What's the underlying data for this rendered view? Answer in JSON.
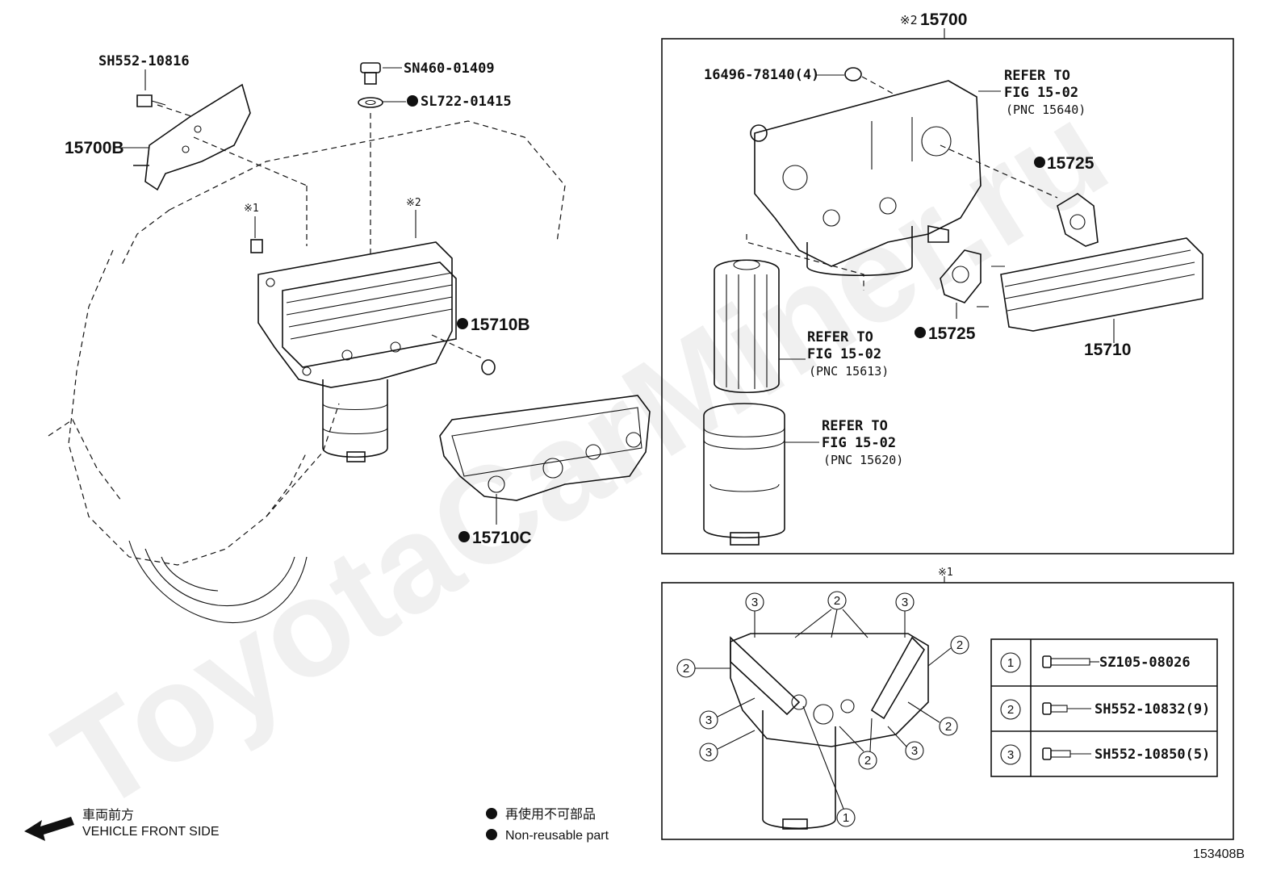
{
  "watermark": "ToyotaCarMiner.ru",
  "figure_code": "153408B",
  "main_group": {
    "marker": "※2",
    "part": "15700"
  },
  "detail_marker": "※1",
  "labels": {
    "sh552_10816": "SH552-10816",
    "sn460_01409": "SN460-01409",
    "sl722_01415": "SL722-01415",
    "p15700b": "15700B",
    "mark1": "※1",
    "mark2": "※2",
    "p15710b": "15710B",
    "p15710c": "15710C",
    "p16496": "16496-78140(4)",
    "p15725a": "15725",
    "p15725b": "15725",
    "p15710": "15710"
  },
  "refs": [
    {
      "line1": "REFER TO",
      "line2": "FIG 15-02",
      "line3": "(PNC 15640)"
    },
    {
      "line1": "REFER TO",
      "line2": "FIG 15-02",
      "line3": "(PNC 15613)"
    },
    {
      "line1": "REFER TO",
      "line2": "FIG 15-02",
      "line3": "(PNC 15620)"
    }
  ],
  "bolt_table": [
    {
      "num": "1",
      "part": "SZ105-08026"
    },
    {
      "num": "2",
      "part": "SH552-10832(9)"
    },
    {
      "num": "3",
      "part": "SH552-10850(5)"
    }
  ],
  "callout_numbers": [
    "3",
    "2",
    "3",
    "2",
    "2",
    "3",
    "3",
    "1",
    "2",
    "3",
    "2"
  ],
  "legend": {
    "direction_jp": "車両前方",
    "direction_en": "VEHICLE FRONT SIDE",
    "nonreuse_jp": "再使用不可部品",
    "nonreuse_en": "Non-reusable part"
  }
}
